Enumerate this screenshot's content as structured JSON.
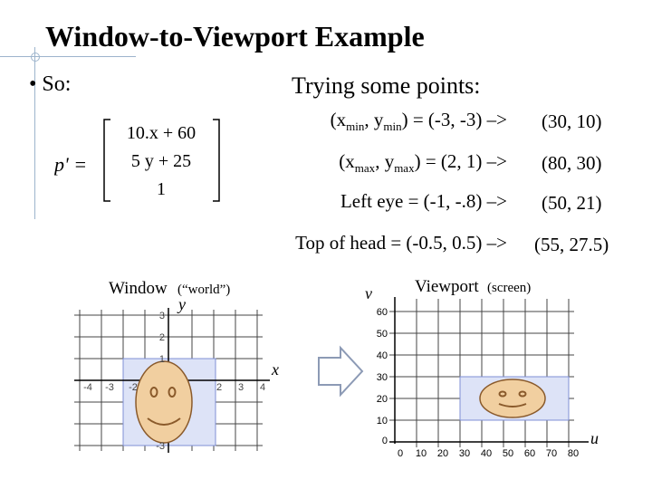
{
  "title": "Window-to-Viewport Example",
  "bullet": "• So:",
  "subheading": "Trying some points:",
  "points": [
    {
      "lhs_pre": "(x",
      "lhs_sub1": "min",
      "lhs_mid": ", y",
      "lhs_sub2": "min",
      "lhs_post": ") = (-3, -3) –>",
      "rhs": "(30, 10)"
    },
    {
      "lhs_pre": "(x",
      "lhs_sub1": "max",
      "lhs_mid": ", y",
      "lhs_sub2": "max",
      "lhs_post": ") = (2, 1) –>",
      "rhs": "(80, 30)"
    },
    {
      "lhs": "Left eye = (-1, -.8) –>",
      "rhs": "(50, 21)"
    },
    {
      "lhs": "Top of head = (-0.5, 0.5) –>",
      "rhs": "(55, 27.5)"
    }
  ],
  "matrix": {
    "lhs": "p' =",
    "row1": "10.x + 60",
    "row2": "5 y + 25",
    "row3": "1"
  },
  "window_diagram": {
    "label": "Window",
    "label_sub": "(“world”)",
    "x_axis": "x",
    "y_axis": "y",
    "x_ticks": [
      "-4",
      "-3",
      "-2",
      "2",
      "3",
      "4"
    ],
    "y_ticks": [
      "3",
      "2",
      "1",
      "-3"
    ]
  },
  "viewport_diagram": {
    "label": "Viewport",
    "label_sub": "(screen)",
    "u_axis": "u",
    "v_axis": "v",
    "u_ticks": [
      "0",
      "10",
      "20",
      "30",
      "40",
      "50",
      "60",
      "70",
      "80"
    ],
    "v_ticks": [
      "60",
      "50",
      "40",
      "30",
      "20",
      "10",
      "0"
    ]
  },
  "colors": {
    "region_fill": "#dde3f7",
    "region_stroke": "#7f8fd6",
    "face_fill": "#f1cfa0",
    "face_stroke": "#8a5a2b",
    "arrow_stroke": "#8c9ab5",
    "deco_line": "#9db4cc"
  }
}
